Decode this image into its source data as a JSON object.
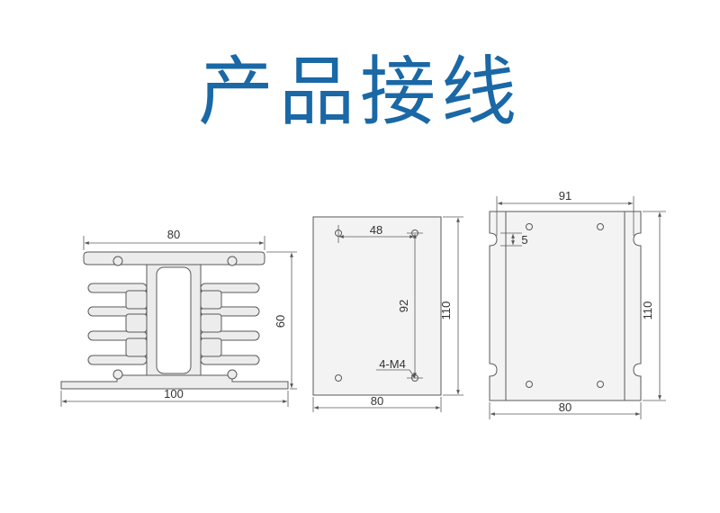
{
  "title": "产品接线",
  "colors": {
    "title": "#1a68a6",
    "line": "#5a5a5a",
    "plate_fill": "#f4f3f3",
    "fin_fill": "#ececec"
  },
  "heatsink_profile": {
    "width_label": "80",
    "height_label": "60",
    "base_label": "100"
  },
  "mounting_plate": {
    "hole_spacing_label": "48",
    "vertical_spacing_label": "92",
    "height_label": "110",
    "width_label": "80",
    "hole_label": "4-M4"
  },
  "back_plate": {
    "top_label": "91",
    "slot_label": "5",
    "height_label": "110",
    "width_label": "80"
  }
}
